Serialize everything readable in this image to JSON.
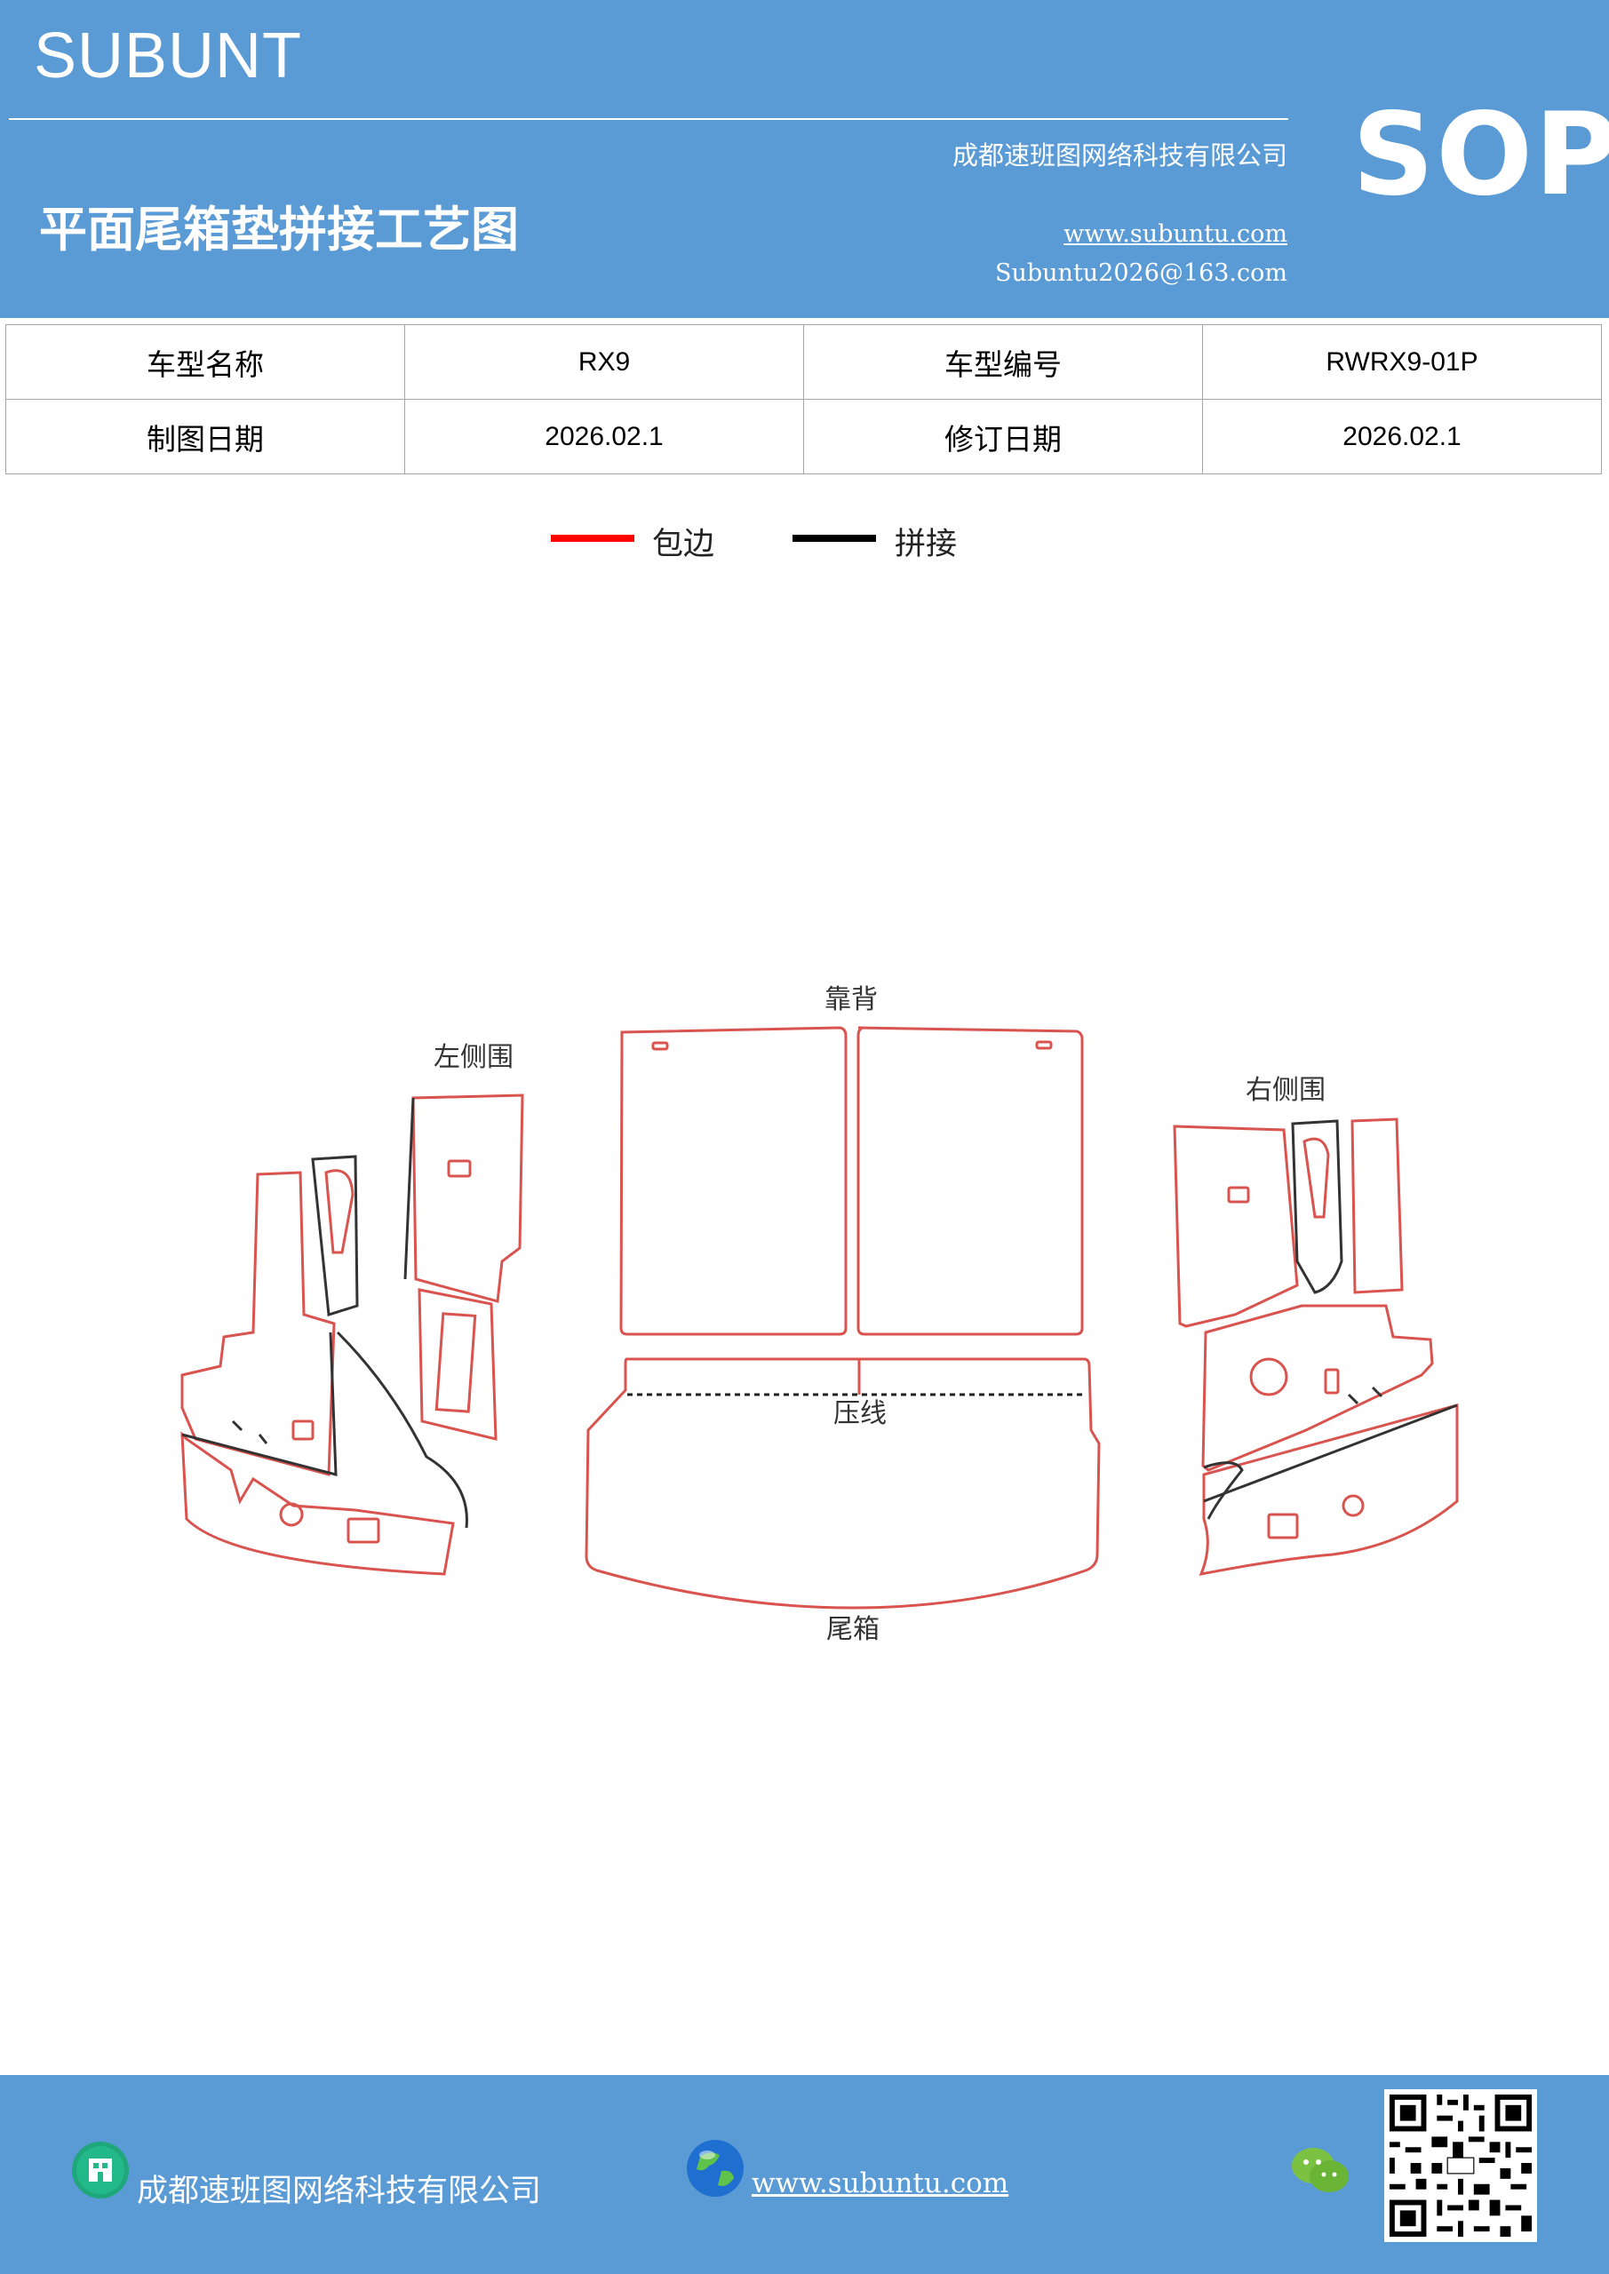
{
  "header": {
    "brand": "SUBUNT",
    "company": "成都速班图网络科技有限公司",
    "badge": "SOP",
    "title": "平面尾箱垫拼接工艺图",
    "website": "www.subuntu.com",
    "email": "Subuntu2026@163.com"
  },
  "info": {
    "model_name_label": "车型名称",
    "model_name": "RX9",
    "model_code_label": "车型编号",
    "model_code": "RWRX9-01P",
    "draw_date_label": "制图日期",
    "draw_date": "2026.02.1",
    "revise_date_label": "修订日期",
    "revise_date": "2026.02.1"
  },
  "legend": {
    "edge_label": "包边",
    "edge_color": "#ff0000",
    "join_label": "拼接",
    "join_color": "#000000"
  },
  "drawing": {
    "left_label": "左侧围",
    "back_label": "靠背",
    "right_label": "右侧围",
    "press_label": "压线",
    "trunk_label": "尾箱",
    "outline_color": "#d9534f"
  },
  "footer": {
    "company": "成都速班图网络科技有限公司",
    "website": "www.subuntu.com",
    "icons": [
      "building-icon",
      "globe-icon",
      "wechat-icon",
      "qr-code"
    ]
  }
}
